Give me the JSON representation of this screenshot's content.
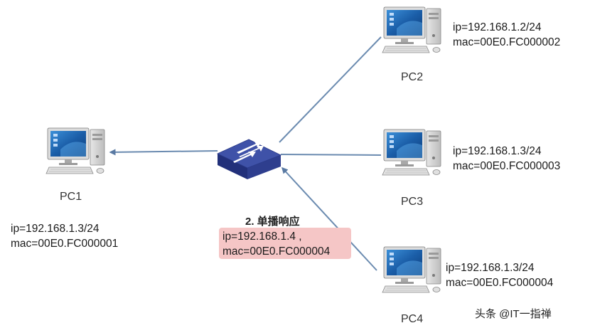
{
  "colors": {
    "line": "#6b8bb0",
    "arrow": "#5a7aa3",
    "switch_top": "#3f52a8",
    "switch_side": "#22307a",
    "highlight_bg": "#f5c6c6"
  },
  "nodes": {
    "pc1": {
      "label": "PC1",
      "ip": "ip=192.168.1.3/24",
      "mac": "mac=00E0.FC000001"
    },
    "pc2": {
      "label": "PC2",
      "ip": "ip=192.168.1.2/24",
      "mac": "mac=00E0.FC000002"
    },
    "pc3": {
      "label": "PC3",
      "ip": "ip=192.168.1.3/24",
      "mac": "mac=00E0.FC000003"
    },
    "pc4": {
      "label": "PC4",
      "ip": "ip=192.168.1.3/24",
      "mac": "mac=00E0.FC000004"
    }
  },
  "annotation": {
    "title": "2. 单播响应",
    "ip": "ip=192.168.1.4 ,",
    "mac": "mac=00E0.FC000004"
  },
  "watermark": "头条 @IT一指禅"
}
